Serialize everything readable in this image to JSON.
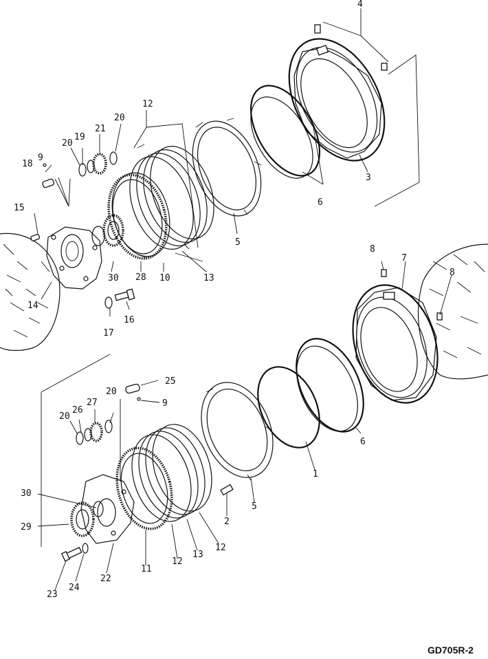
{
  "diagram": {
    "figure_code": "GD705R-2",
    "upper_assembly": {
      "labels": {
        "p4": "4",
        "p12": "12",
        "p20a": "20",
        "p21": "21",
        "p19": "19",
        "p20b": "20",
        "p18": "18",
        "p9": "9",
        "p15": "15",
        "p3": "3",
        "p6": "6",
        "p5": "5",
        "p30": "30",
        "p28": "28",
        "p10": "10",
        "p13": "13",
        "p14": "14",
        "p17": "17",
        "p16": "16"
      }
    },
    "lower_assembly": {
      "labels": {
        "p8a": "8",
        "p7": "7",
        "p8b": "8",
        "p25": "25",
        "p9": "9",
        "p20a": "20",
        "p27": "27",
        "p26": "26",
        "p20b": "20",
        "p6": "6",
        "p1": "1",
        "p5": "5",
        "p2": "2",
        "p30": "30",
        "p29": "29",
        "p12a": "12",
        "p13": "13",
        "p12b": "12",
        "p11": "11",
        "p22": "22",
        "p24": "24",
        "p23": "23"
      }
    }
  }
}
